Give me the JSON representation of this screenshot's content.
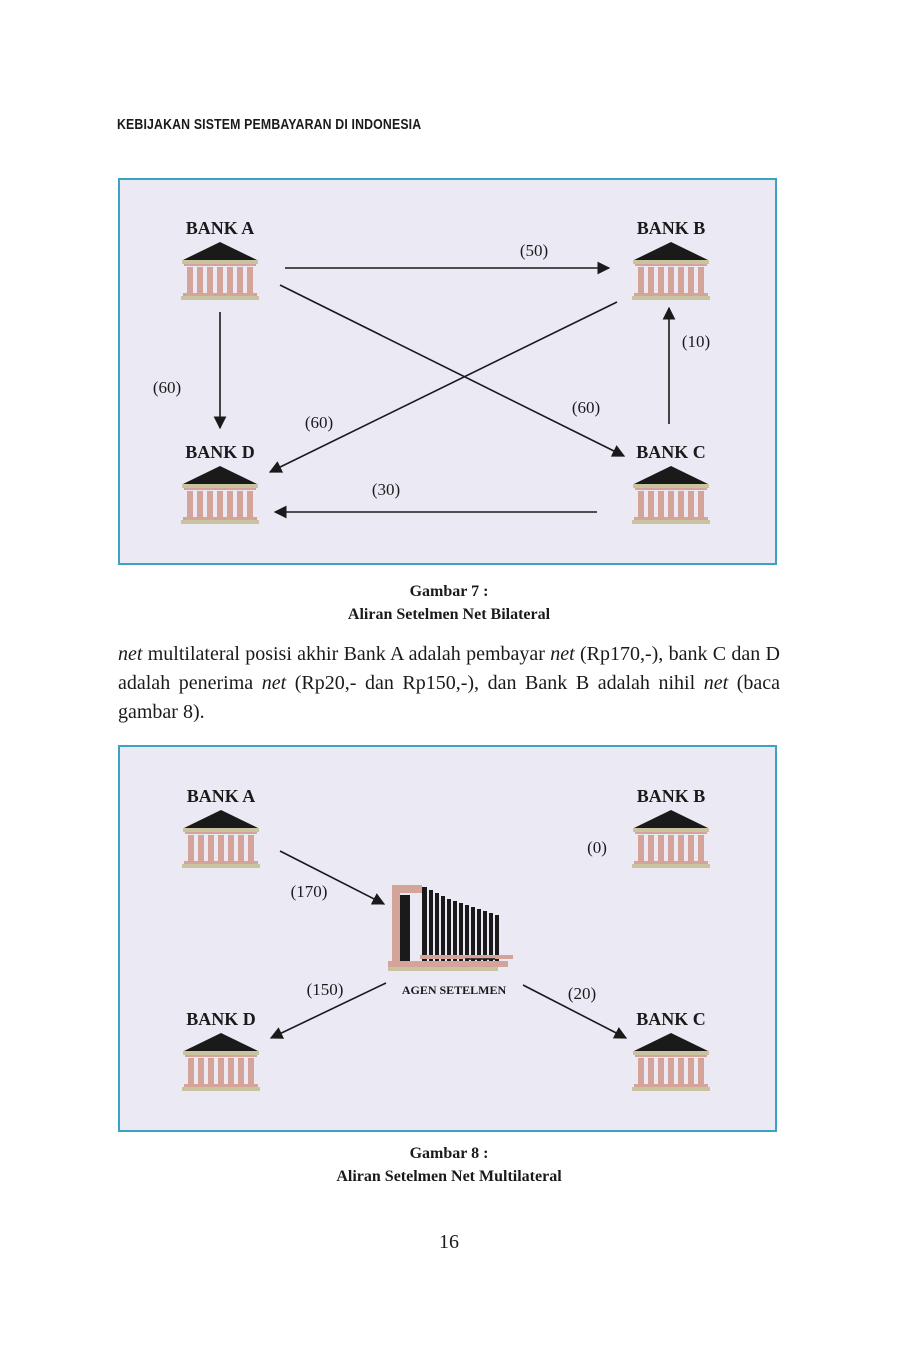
{
  "header": {
    "title": "KEBIJAKAN SISTEM PEMBAYARAN DI INDONESIA"
  },
  "figure7": {
    "banks": {
      "a": "BANK A",
      "b": "BANK B",
      "c": "BANK C",
      "d": "BANK D"
    },
    "flows": {
      "a_to_b": "(50)",
      "c_to_b": "(10)",
      "a_to_d": "(60)",
      "b_to_d": "(60)",
      "a_to_c": "(60)",
      "c_to_d": "(30)"
    },
    "caption": {
      "number": "Gambar 7 :",
      "title": "Aliran Setelmen Net Bilateral"
    }
  },
  "paragraph": {
    "part1": "net",
    "part2": " multilateral posisi akhir Bank A adalah pembayar ",
    "part3": "net",
    "part4": " (Rp170,-), bank C dan D adalah penerima ",
    "part5": "net",
    "part6": " (Rp20,- dan Rp150,-), dan Bank B adalah nihil ",
    "part7": "net",
    "part8": " (baca gambar 8)."
  },
  "figure8": {
    "banks": {
      "a": "BANK A",
      "b": "BANK B",
      "c": "BANK C",
      "d": "BANK D"
    },
    "flows": {
      "a_to_agent": "(170)",
      "b_zero": "(0)",
      "agent_to_d": "(150)",
      "agent_to_c": "(20)"
    },
    "agent_label": "AGEN SETELMEN",
    "caption": {
      "number": "Gambar 8 :",
      "title": "Aliran Setelmen Net Multilateral"
    }
  },
  "page_number": "16",
  "colors": {
    "figure_bg": "#ebe9f4",
    "figure_border": "#3aa3c4",
    "roof": "#1a1a1a",
    "column": "#d4a49a",
    "base": "#c9c39f"
  }
}
